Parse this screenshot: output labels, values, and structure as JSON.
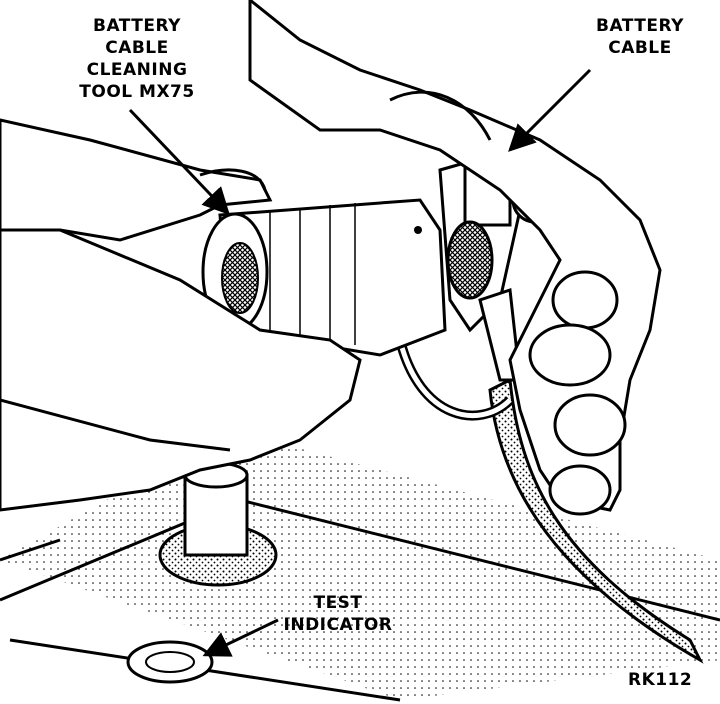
{
  "labels": {
    "cleaning_tool": [
      "BATTERY",
      "CABLE",
      "CLEANING",
      "TOOL MX75"
    ],
    "battery_cable": [
      "BATTERY",
      "CABLE"
    ],
    "test_indicator": [
      "TEST",
      "INDICATOR"
    ],
    "figure_code": "RK112"
  }
}
